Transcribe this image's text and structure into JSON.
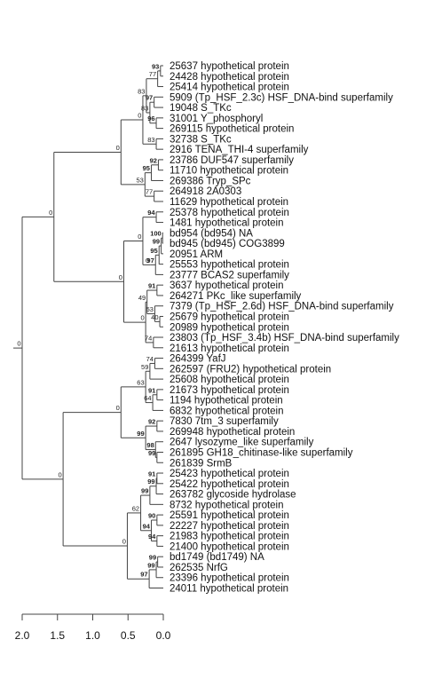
{
  "leaves": [
    "25637 hypothetical protein",
    "24428 hypothetical protein",
    "25414 hypothetical protein",
    "5909 (Tp_HSF_2.3c) HSF_DNA-bind superfamily",
    "19048 S_TKc",
    "31001 Y_phosphoryl",
    "269115 hypothetical protein",
    "32738 S_TKc",
    "2916 TENA_THI-4 superfamily",
    "23786 DUF547 superfamily",
    "11710 hypothetical protein",
    "269386 Tryp_SPc",
    "264918 2A0303",
    "11629 hypothetical protein",
    "25378 hypothetical protein",
    "1481 hypothetical protein",
    "bd954 (bd954) NA",
    "bd945 (bd945) COG3899",
    "20951 ARM",
    "25553 hypothetical protein",
    "23777 BCAS2 superfamily",
    "3637 hypothetical protein",
    "264271 PKc_like superfamily",
    "7379 (Tp_HSF_2.6d) HSF_DNA-bind superfamily",
    "25679 hypothetical protein",
    "20989 hypothetical protein",
    "23803 (Tp_HSF_3.4b) HSF_DNA-bind superfamily",
    "21613 hypothetical protein",
    "264399 YafJ",
    "262597 (FRU2) hypothetical protein",
    "25608 hypothetical protein",
    "21673 hypothetical protein",
    "1194 hypothetical protein",
    "6832 hypothetical protein",
    "7830 7tm_3 superfamily",
    "269948 hypothetical protein",
    "2647 lysozyme_like superfamily",
    "261895 GH18_chitinase-like superfamily",
    "261839 SrmB",
    "25423 hypothetical protein",
    "25422 hypothetical protein",
    "263782 glycoside hydrolase",
    "8732 hypothetical protein",
    "25591 hypothetical protein",
    "22227 hypothetical protein",
    "21983 hypothetical protein",
    "21400 hypothetical protein",
    "bd1749 (bd1749) NA",
    "262535 NrfG",
    "23396 hypothetical protein",
    "24011 hypothetical protein"
  ],
  "tree": {
    "s": "0",
    "d": 2.0,
    "c": [
      {
        "s": "0",
        "d": 1.55,
        "c": [
          {
            "s": "0",
            "d": 0.6,
            "c": [
              {
                "s": "0",
                "d": 0.29,
                "c": [
                  {
                    "s": "83",
                    "d": 0.24,
                    "c": [
                      {
                        "s": "77",
                        "d": 0.08,
                        "c": [
                          {
                            "s": "93",
                            "d": 0.04,
                            "c": [
                              0,
                              1
                            ]
                          },
                          2
                        ]
                      },
                      {
                        "s": "83",
                        "d": 0.19,
                        "c": [
                          {
                            "s": "97",
                            "d": 0.13,
                            "c": [
                              3,
                              4
                            ]
                          },
                          {
                            "s": "96",
                            "d": 0.1,
                            "c": [
                              5,
                              6
                            ]
                          }
                        ]
                      }
                    ]
                  },
                  {
                    "s": "83",
                    "d": 0.1,
                    "c": [
                      7,
                      8
                    ]
                  }
                ]
              },
              {
                "s": "53",
                "d": 0.26,
                "c": [
                  {
                    "s": "95",
                    "d": 0.17,
                    "c": [
                      {
                        "s": "92",
                        "d": 0.07,
                        "c": [
                          9,
                          10
                        ]
                      },
                      11
                    ]
                  },
                  {
                    "s": "77",
                    "d": 0.13,
                    "c": [
                      12,
                      13
                    ]
                  }
                ]
              }
            ]
          },
          {
            "s": "0",
            "d": 0.56,
            "c": [
              {
                "s": "0",
                "d": 0.29,
                "c": [
                  {
                    "s": "94",
                    "d": 0.1,
                    "c": [
                      14,
                      15
                    ]
                  },
                  {
                    "s": "0",
                    "d": 0.18,
                    "c": [
                      {
                        "s": "97",
                        "d": 0.11,
                        "c": [
                          {
                            "s": "95",
                            "d": 0.06,
                            "c": [
                              {
                                "s": "99",
                                "d": 0.03,
                                "c": [
                                  {
                                    "s": "100",
                                    "d": 0.01,
                                    "c": [
                                      16,
                                      17
                                    ]
                                  },
                                  18
                                ]
                              },
                              19
                            ]
                          },
                          20
                        ]
                      }
                    ]
                  }
                ]
              },
              {
                "s": "0",
                "d": 0.25,
                "c": [
                  {
                    "s": "49",
                    "d": 0.23,
                    "c": [
                      {
                        "s": "91",
                        "d": 0.09,
                        "c": [
                          21,
                          22
                        ]
                      },
                      {
                        "s": "53",
                        "d": 0.12,
                        "c": [
                          23,
                          {
                            "s": "40",
                            "d": 0.05,
                            "c": [
                              24,
                              25
                            ]
                          }
                        ]
                      }
                    ]
                  },
                  {
                    "s": "74",
                    "d": 0.14,
                    "c": [
                      26,
                      27
                    ]
                  }
                ]
              }
            ]
          }
        ]
      },
      {
        "s": "0",
        "d": 1.42,
        "c": [
          {
            "s": "0",
            "d": 0.6,
            "c": [
              {
                "s": "63",
                "d": 0.25,
                "c": [
                  {
                    "s": "59",
                    "d": 0.19,
                    "c": [
                      {
                        "s": "74",
                        "d": 0.12,
                        "c": [
                          28,
                          29
                        ]
                      },
                      30
                    ]
                  },
                  {
                    "s": "64",
                    "d": 0.15,
                    "c": [
                      {
                        "s": "91",
                        "d": 0.09,
                        "c": [
                          31,
                          32
                        ]
                      },
                      33
                    ]
                  }
                ]
              },
              {
                "s": "99",
                "d": 0.25,
                "c": [
                  {
                    "s": "92",
                    "d": 0.09,
                    "c": [
                      34,
                      35
                    ]
                  },
                  {
                    "s": "98",
                    "d": 0.11,
                    "c": [
                      36,
                      {
                        "s": "99",
                        "d": 0.09,
                        "c": [
                          37,
                          38
                        ]
                      }
                    ]
                  }
                ]
              }
            ]
          },
          {
            "s": "0",
            "d": 0.51,
            "c": [
              {
                "s": "62",
                "d": 0.32,
                "c": [
                  {
                    "s": "99",
                    "d": 0.19,
                    "c": [
                      {
                        "s": "99",
                        "d": 0.1,
                        "c": [
                          {
                            "s": "91",
                            "d": 0.09,
                            "c": [
                              39,
                              40
                            ]
                          },
                          41
                        ]
                      },
                      42
                    ]
                  },
                  {
                    "s": "94",
                    "d": 0.17,
                    "c": [
                      {
                        "s": "90",
                        "d": 0.09,
                        "c": [
                          43,
                          44
                        ]
                      },
                      {
                        "s": "94",
                        "d": 0.09,
                        "c": [
                          45,
                          46
                        ]
                      }
                    ]
                  }
                ]
              },
              {
                "s": "97",
                "d": 0.2,
                "c": [
                  {
                    "s": "99",
                    "d": 0.1,
                    "c": [
                      {
                        "s": "99",
                        "d": 0.08,
                        "c": [
                          47,
                          48
                        ]
                      },
                      49
                    ]
                  },
                  50
                ]
              }
            ]
          }
        ]
      }
    ]
  },
  "axis": {
    "ticks": [
      "2.0",
      "1.5",
      "1.0",
      "0.5",
      "0.0"
    ],
    "values": [
      2.0,
      1.5,
      1.0,
      0.5,
      0.0
    ]
  }
}
